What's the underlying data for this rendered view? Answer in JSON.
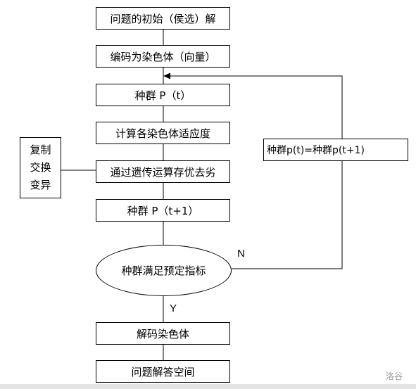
{
  "steps": {
    "initial_solution": "问题的初始（侯选）解",
    "encode": "编码为染色体（向量）",
    "population_t": "种群 P（t）",
    "fitness": "计算各染色体适应度",
    "genetic_ops": "通过遗传运算存优去劣",
    "population_t1": "种群 P（t+1）",
    "condition": "种群满足预定指标",
    "decode": "解码染色体",
    "answer_space": "问题解答空间"
  },
  "operators": [
    "复制",
    "交换",
    "变异"
  ],
  "loop_label": "种群p(t)=种群p(t+1)",
  "branch_no": "N",
  "branch_yes": "Y",
  "watermark": "洛谷"
}
